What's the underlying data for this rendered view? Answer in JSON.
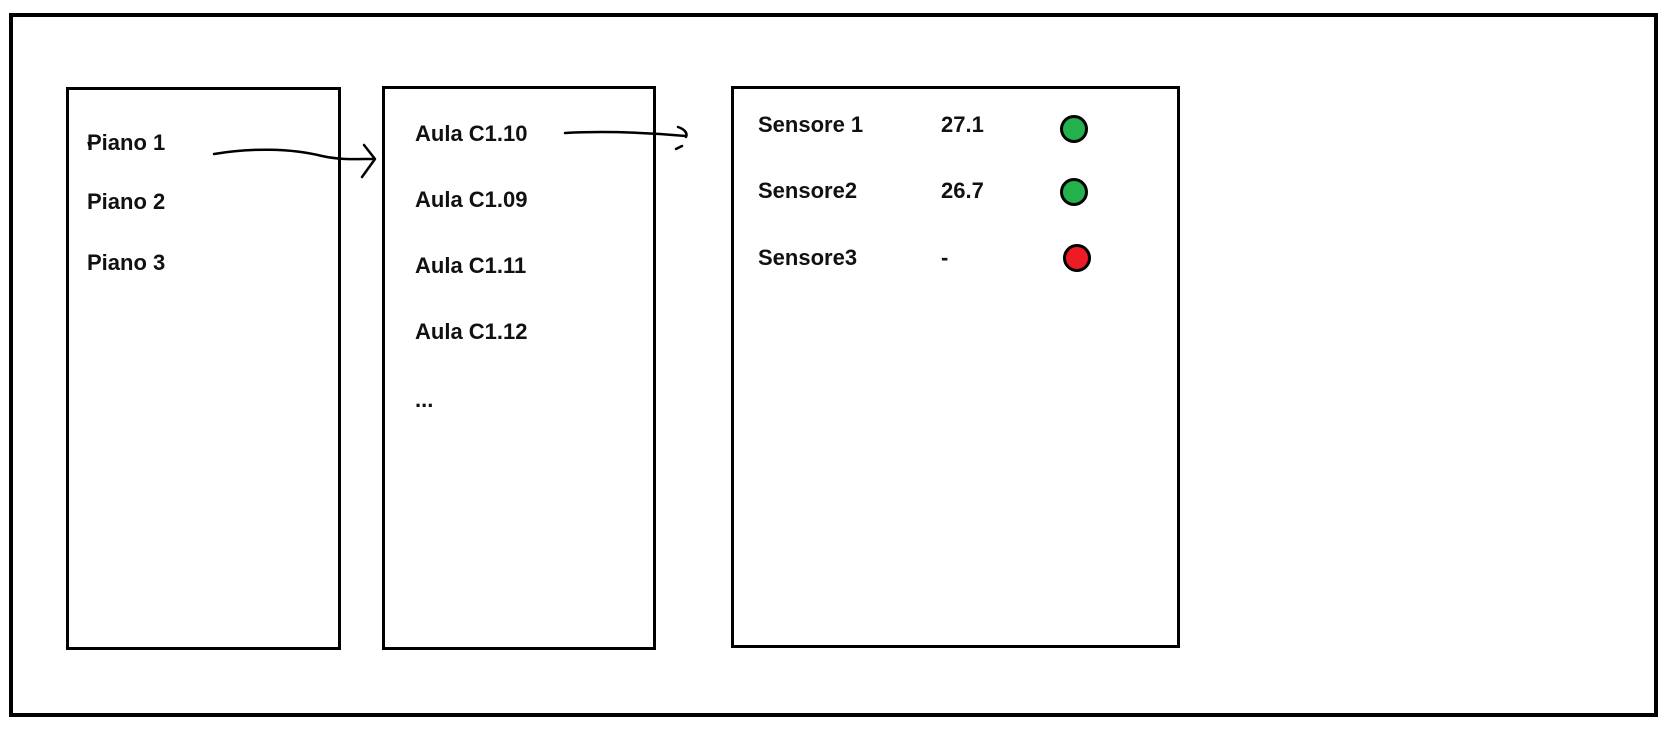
{
  "floors": [
    {
      "label": "Piano 1"
    },
    {
      "label": "Piano 2"
    },
    {
      "label": "Piano 3"
    }
  ],
  "rooms": [
    {
      "label": "Aula C1.10"
    },
    {
      "label": "Aula C1.09"
    },
    {
      "label": "Aula C1.11"
    },
    {
      "label": "Aula C1.12"
    },
    {
      "label": "..."
    }
  ],
  "sensors": [
    {
      "name": "Sensore 1",
      "value": "27.1",
      "status": "ok",
      "status_color": "#22b14c"
    },
    {
      "name": "Sensore2",
      "value": "26.7",
      "status": "ok",
      "status_color": "#22b14c"
    },
    {
      "name": "Sensore3",
      "value": "-",
      "status": "error",
      "status_color": "#ed1c24"
    }
  ]
}
